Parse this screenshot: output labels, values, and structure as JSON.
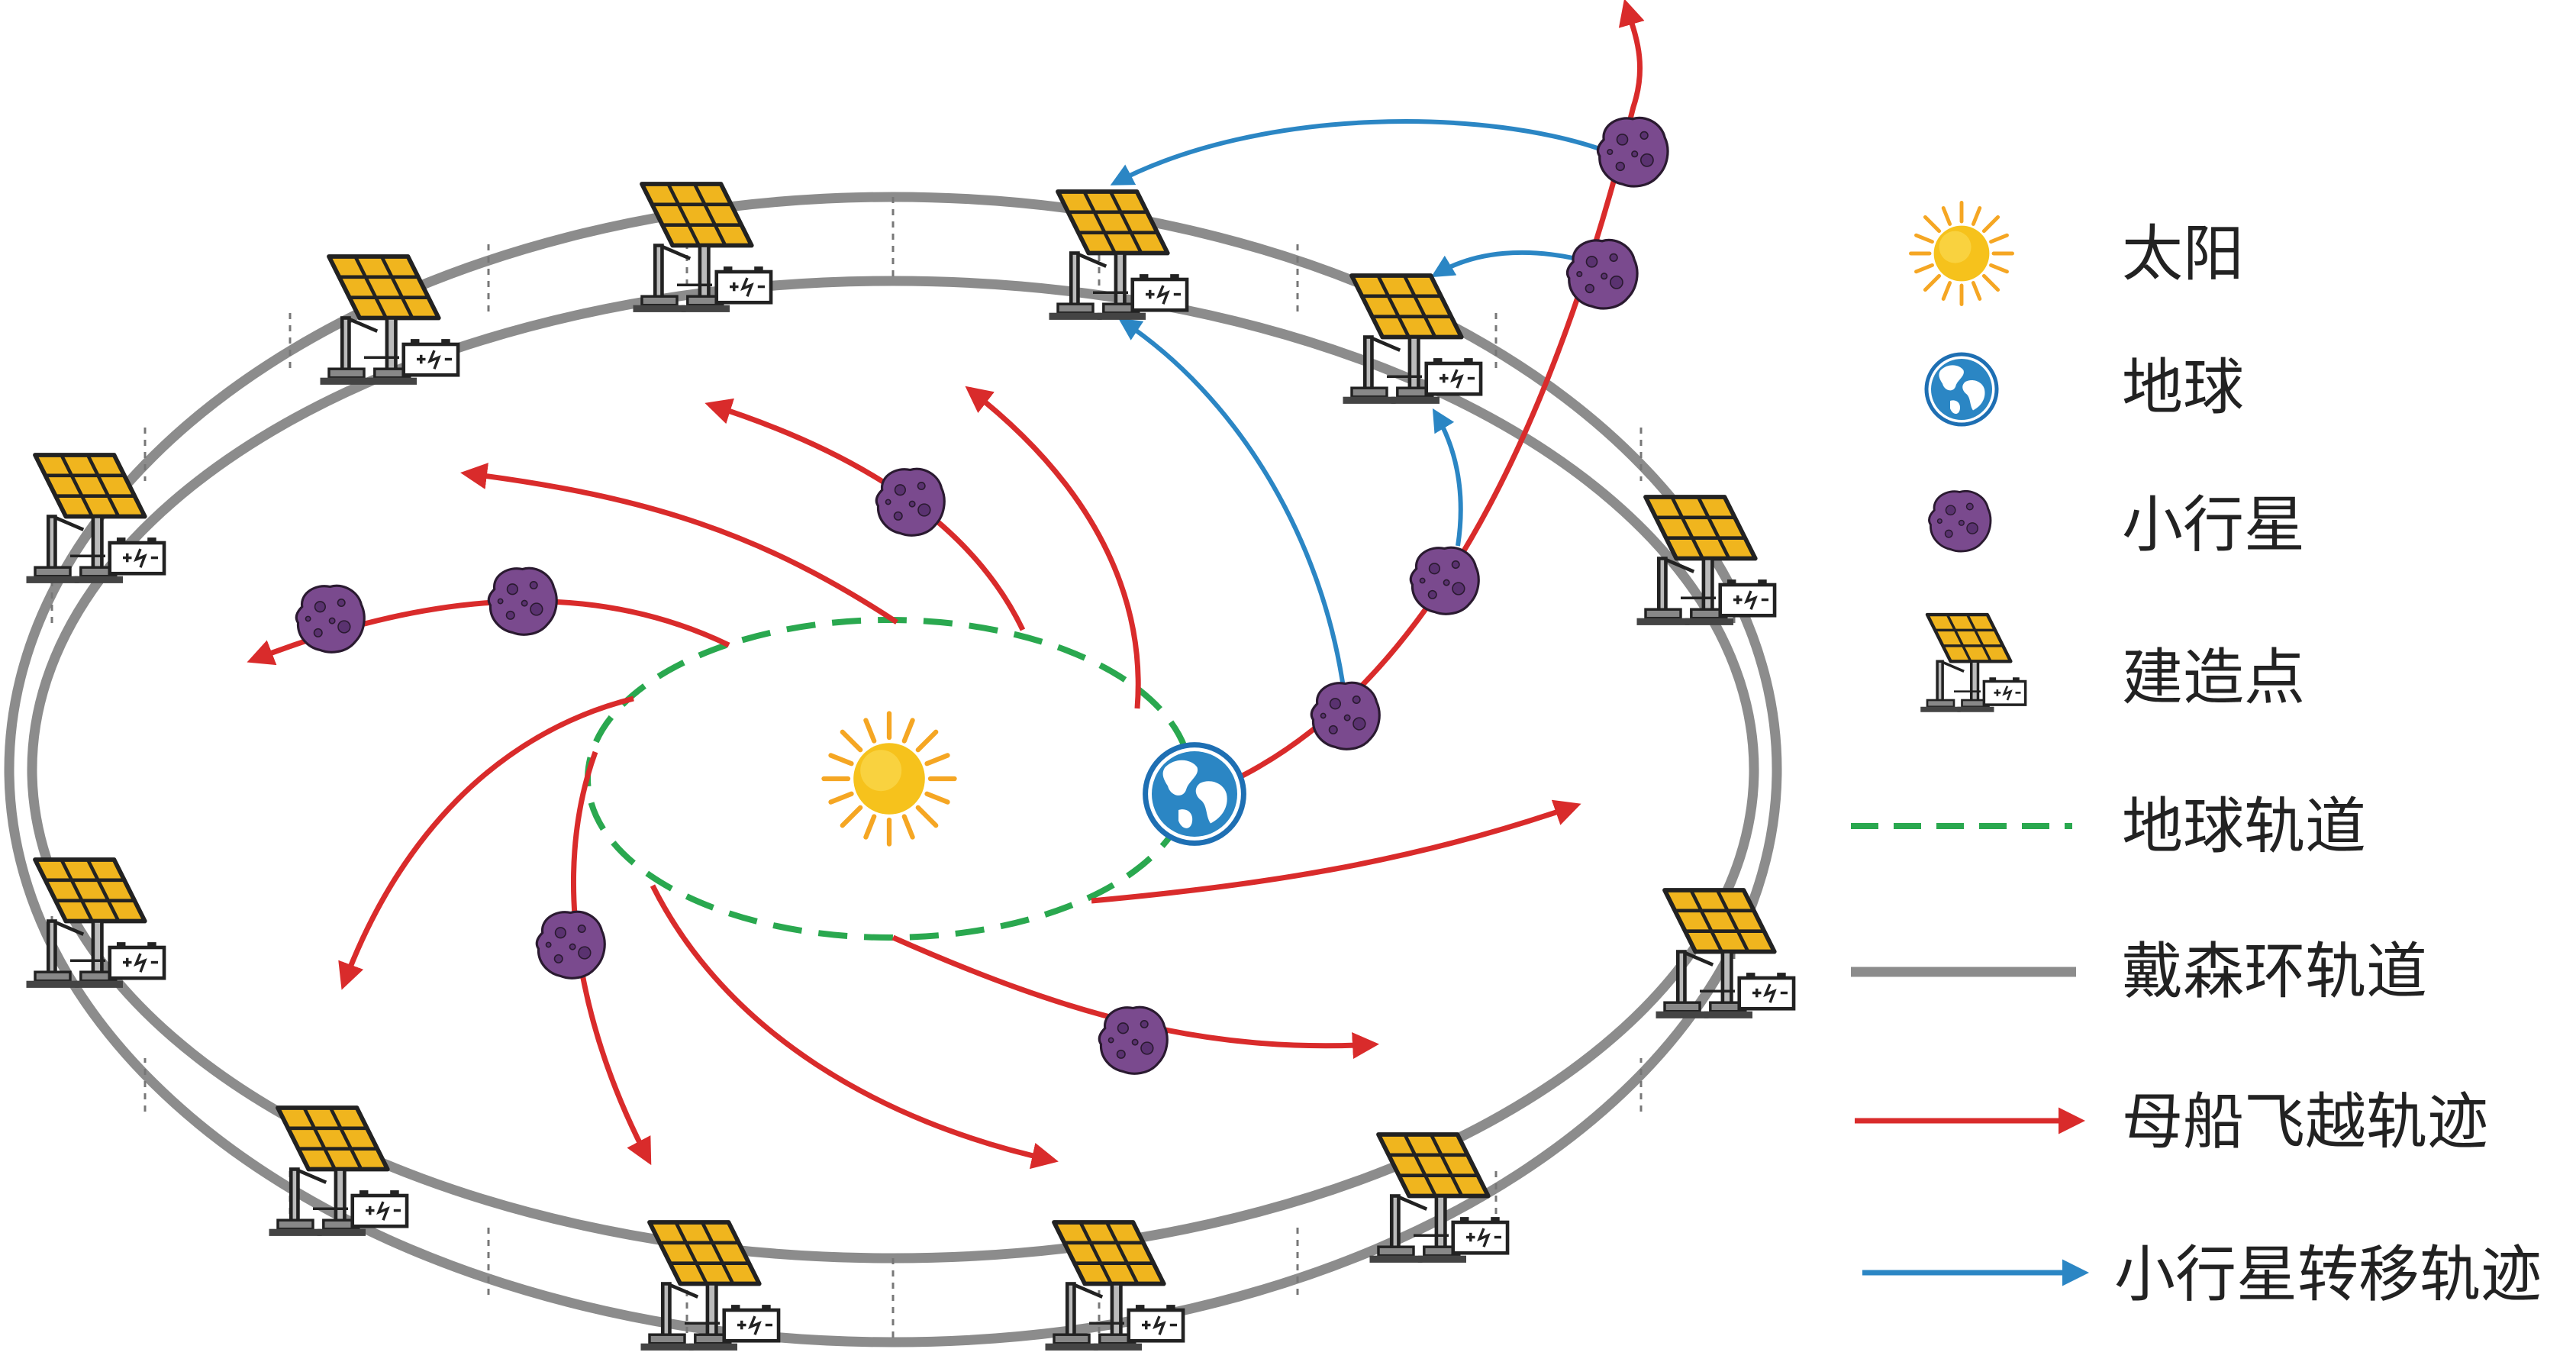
{
  "legend": {
    "sun": "太阳",
    "earth": "地球",
    "asteroid": "小行星",
    "build_site": "建造点",
    "earth_orbit": "地球轨道",
    "dyson_orbit": "戴森环轨道",
    "mothership_path": "母船飞越轨迹",
    "asteroid_transfer": "小行星转移轨迹"
  },
  "colors": {
    "earth_orbit": "#2aa84f",
    "dyson_orbit": "#8c8c8c",
    "mothership_path": "#d92b2b",
    "asteroid_transfer": "#2b86c4",
    "asteroid": "#7a4a8e",
    "sun": "#f6c21c",
    "panel": "#f0b51e"
  },
  "icons": {
    "sun": "sun-icon",
    "earth": "globe-icon",
    "asteroid": "asteroid-icon",
    "build_site": "solar-panel-icon"
  }
}
